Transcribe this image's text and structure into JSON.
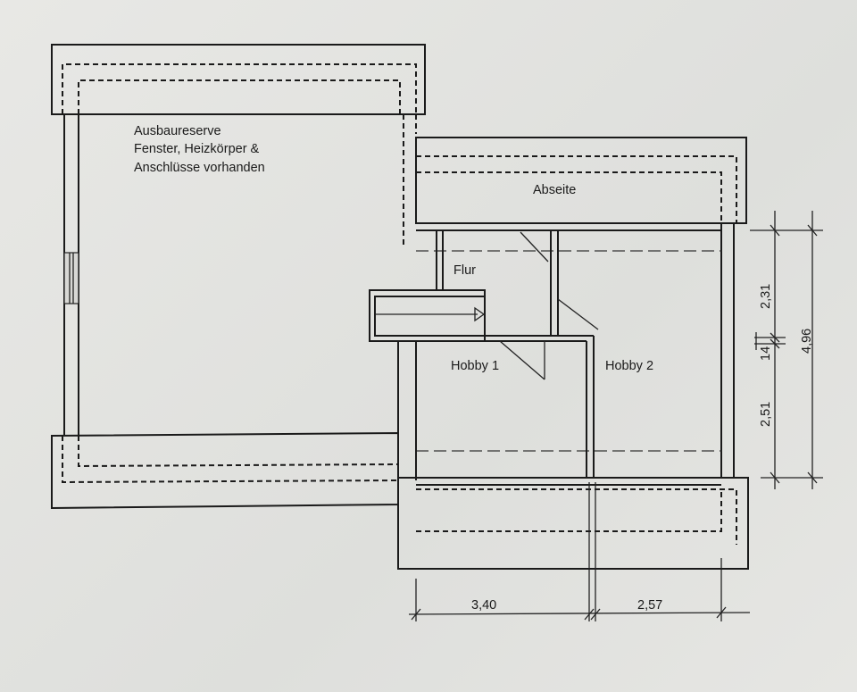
{
  "rooms": {
    "ausbaureserve": [
      "Ausbaureserve",
      "Fenster, Heizkörper &",
      "Anschlüsse vorhanden"
    ],
    "abseite": "Abseite",
    "flur": "Flur",
    "hobby1": "Hobby 1",
    "hobby2": "Hobby 2"
  },
  "dimensions": {
    "width_hobby1": "3,40",
    "width_hobby2": "2,57",
    "depth_upper": "2,31",
    "wall": "14",
    "depth_lower": "2,51",
    "depth_total": "4,96"
  }
}
